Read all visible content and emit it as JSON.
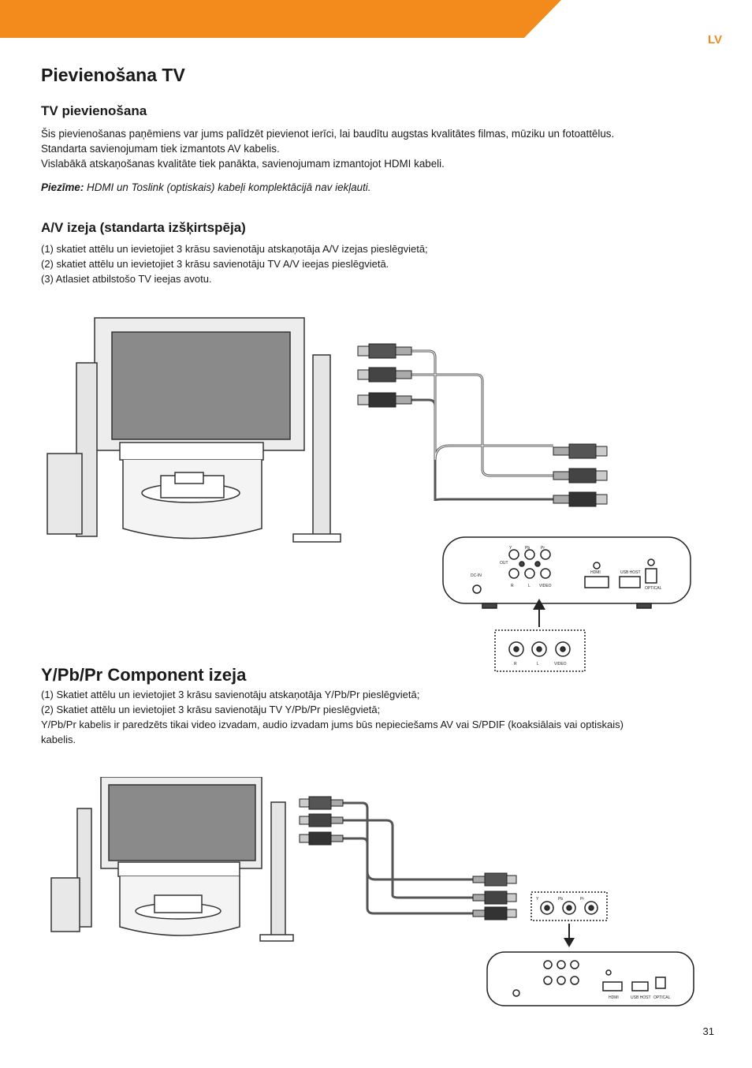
{
  "header": {
    "language": "LV"
  },
  "section1": {
    "title": "Pievienošana TV",
    "subsection_title": "TV pievienošana",
    "paragraph": [
      "Šis pievienošanas paņēmiens var jums palīdzēt pievienot ierīci, lai baudītu augstas kvalitātes filmas, mūziku un fotoattēlus.",
      "Standarta savienojumam tiek izmantots AV kabelis.",
      "Vislabākā atskaņošanas kvalitāte tiek panākta, savienojumam izmantojot HDMI kabeli."
    ],
    "note_label": "Piezīme:",
    "note_text": " HDMI un Toslink (optiskais) kabeļi komplektācijā nav iekļauti."
  },
  "section2": {
    "title": "A/V izeja (standarta izšķirtspēja)",
    "steps": [
      "(1) skatiet attēlu un ievietojiet 3 krāsu savienotāju atskaņotāja A/V izejas pieslēgvietā;",
      "(2) skatiet attēlu un ievietojiet 3 krāsu savienotāju TV A/V ieejas pieslēgvietā.",
      "(3) Atlasiet atbilstošo TV ieejas avotu."
    ]
  },
  "section3": {
    "title": "Y/Pb/Pr Component izeja",
    "steps": [
      "(1) Skatiet attēlu un ievietojiet 3 krāsu savienotāju atskaņotāja Y/Pb/Pr pieslēgvietā;",
      "(2) Skatiet attēlu un ievietojiet 3 krāsu savienotāju TV Y/Pb/Pr pieslēgvietā;",
      "Y/Pb/Pr kabelis ir paredzēts tikai video izvadam, audio izvadam jums būs nepieciešams AV vai S/PDIF (koaksiālais vai optiskais)",
      "kabelis."
    ]
  },
  "device_labels": {
    "y": "Y",
    "pb": "Pb",
    "pr": "Pr",
    "out": "OUT",
    "r": "R",
    "l": "L",
    "video": "VIDEO",
    "hdmi": "HDMI",
    "usb_host": "USB HOST",
    "optical": "OPTICAL",
    "dc_in": "DC-IN"
  },
  "footer": {
    "page_number": "31"
  },
  "colors": {
    "accent": "#f28a1c"
  }
}
